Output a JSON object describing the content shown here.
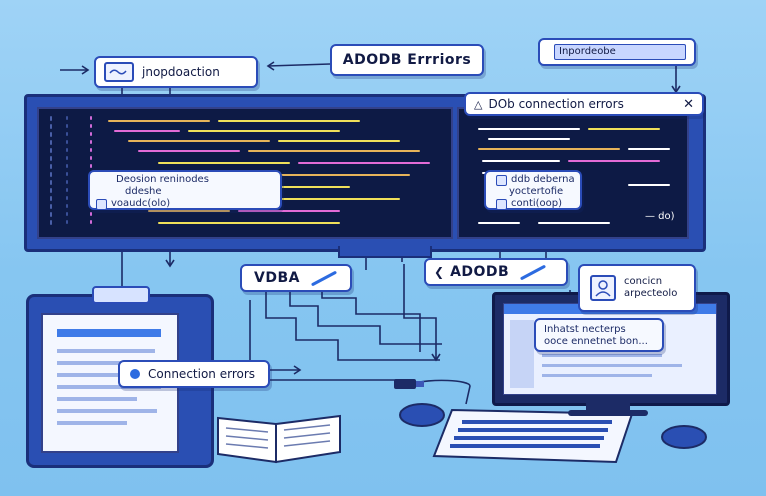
{
  "labels": {
    "top_left": "jnopdoaction",
    "top_center": "ADODB Errriors",
    "top_right": "Inpordeobe",
    "right_header": "DOb connection errors",
    "left_popup_title": "Deosion reninodes",
    "left_popup_line2": "ddeshe",
    "left_popup_line3": "voaudc(olo)",
    "right_popup_line1": "ddb deberna",
    "right_popup_line2": "yoctertofie",
    "right_popup_line3": "conti(oop)",
    "right_code_tail": "— do)",
    "vdba": "VDBA",
    "adodb": "ADODB",
    "connection_errors": "Connection errors",
    "contact_line1": "concicn",
    "contact_line2": "arpecteolo",
    "inline_note_line1": "Inhatst necterps",
    "inline_note_line2": "ooce ennetnet bon..."
  },
  "colors": {
    "background": "#8fcbf3",
    "monitor": "#2a4fb3",
    "screen": "#0d1a45",
    "accent": "#2c6be0"
  },
  "icons": [
    "window-icon",
    "close-icon",
    "warning-icon",
    "user-icon",
    "arrow-icon",
    "book-icon",
    "keyboard-icon",
    "mouse-icon",
    "usb-plug-icon"
  ]
}
